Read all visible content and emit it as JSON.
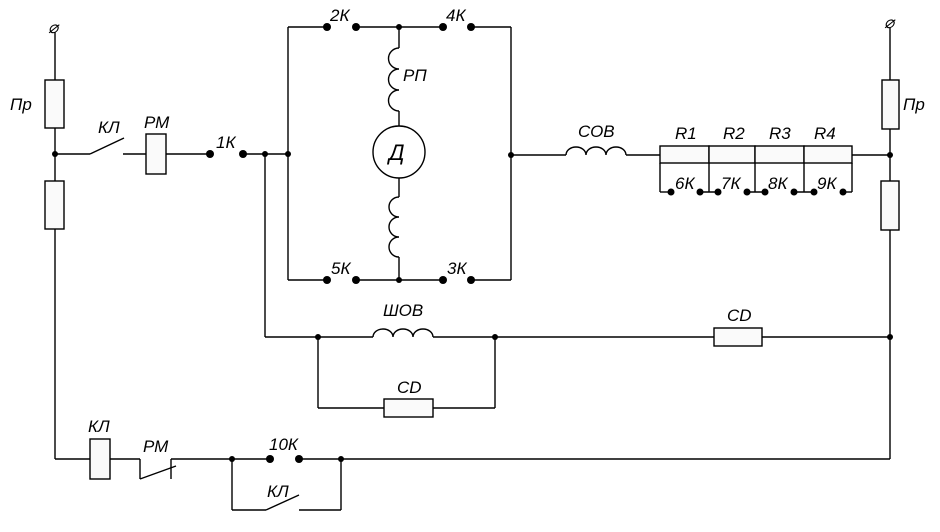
{
  "diagram": {
    "type": "electrical-schematic",
    "labels": {
      "terminal_left": "⌀",
      "terminal_right": "⌀",
      "fuse_left": "Пр",
      "fuse_right": "Пр",
      "contact_kl_top": "КЛ",
      "relay_rm_top": "РМ",
      "contact_1k": "1К",
      "contact_2k": "2К",
      "contact_4k": "4К",
      "contact_5k": "5К",
      "contact_3k": "3К",
      "coil_rp": "РП",
      "motor": "Д",
      "winding_sov": "СОВ",
      "resistor_r1": "R1",
      "resistor_r2": "R2",
      "resistor_r3": "R3",
      "resistor_r4": "R4",
      "contact_6k": "6К",
      "contact_7k": "7К",
      "contact_8k": "8К",
      "contact_9k": "9К",
      "winding_shov": "ШОВ",
      "resistor_cd_right": "CD",
      "resistor_cd_bottom": "CD",
      "coil_kl_bottom": "КЛ",
      "contact_rm_bottom": "РМ",
      "contact_10k": "10К",
      "contact_kl_bottom": "КЛ"
    }
  }
}
